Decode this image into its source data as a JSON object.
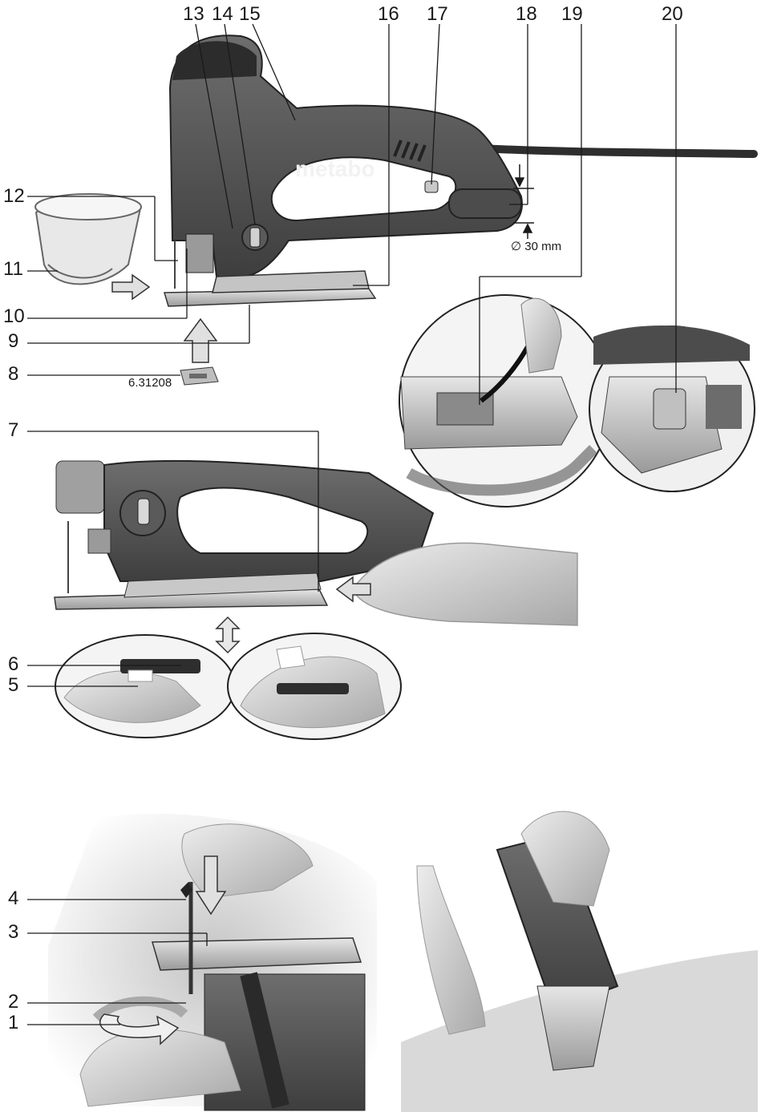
{
  "labels": {
    "l1": "1",
    "l2": "2",
    "l3": "3",
    "l4": "4",
    "l5": "5",
    "l6": "6",
    "l7": "7",
    "l8": "8",
    "l9": "9",
    "l10": "10",
    "l11": "11",
    "l12": "12",
    "l13": "13",
    "l14": "14",
    "l15": "15",
    "l16": "16",
    "l17": "17",
    "l18": "18",
    "l19": "19",
    "l20": "20"
  },
  "part_number": "6.31208",
  "diameter": "∅ 30 mm",
  "brand": "metabo",
  "colors": {
    "line": "#1a1a1a",
    "tool_body": "#5a5a5a",
    "tool_dark": "#3a3a3a",
    "metal": "#b8b8b8",
    "skin": "#d6d6d6"
  }
}
